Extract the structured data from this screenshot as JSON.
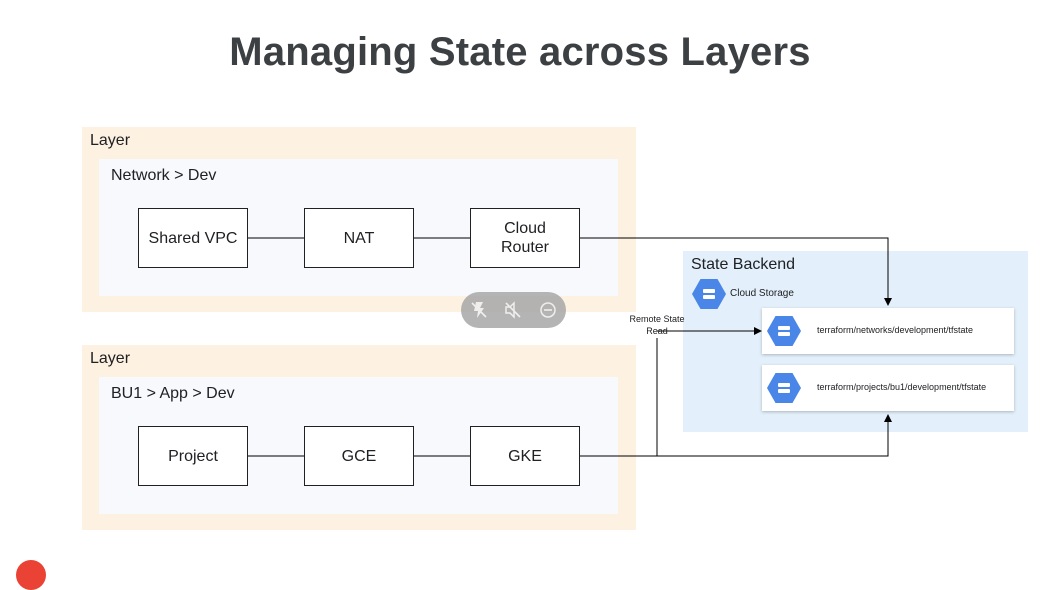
{
  "title": "Managing State across Layers",
  "layers": [
    {
      "label": "Layer",
      "environment": "Network > Dev",
      "nodes": [
        "Shared VPC",
        "NAT",
        "Cloud Router"
      ]
    },
    {
      "label": "Layer",
      "environment": "BU1 > App > Dev",
      "nodes": [
        "Project",
        "GCE",
        "GKE"
      ]
    }
  ],
  "backend": {
    "label": "State Backend",
    "storage_label": "Cloud Storage",
    "states": [
      "terraform/networks/development/tfstate",
      "terraform/projects/bu1/development/tfstate"
    ]
  },
  "remote_read_label": "Remote State Read",
  "colors": {
    "layer_bg": "#fdf1e1",
    "inner_bg": "#f8f9fc",
    "backend_bg": "#e3f0fb",
    "storage_icon": "#4a86e8",
    "title": "#3c4043"
  },
  "icons": [
    "flash-off-icon",
    "volume-off-icon",
    "minus-circle-icon",
    "cloud-storage-icon"
  ]
}
